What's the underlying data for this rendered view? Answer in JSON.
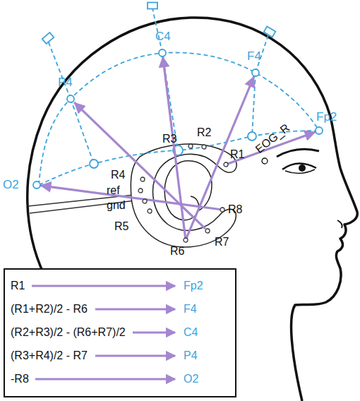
{
  "diagram": {
    "nodes": [
      {
        "text": [
          "C4"
        ]
      },
      {
        "text": [
          "F4"
        ]
      },
      {
        "text": [
          "P4"
        ]
      },
      {
        "text": [
          "Fp2"
        ]
      },
      {
        "text": [
          "O2"
        ]
      },
      {
        "text": [
          "EOG_R"
        ]
      },
      {
        "text": [
          "R1"
        ]
      },
      {
        "text": [
          "R2"
        ]
      },
      {
        "text": [
          "R3"
        ]
      },
      {
        "text": [
          "R4"
        ]
      },
      {
        "text": [
          "ref"
        ]
      },
      {
        "text": [
          "gnd"
        ]
      },
      {
        "text": [
          "R5"
        ]
      },
      {
        "text": [
          "R6"
        ]
      },
      {
        "text": [
          "R7"
        ]
      },
      {
        "text": [
          "R8"
        ]
      },
      {
        "text": [
          "R1",
          "Fp2",
          "(R1+R2)/2 - R6",
          "F4",
          "(R2+R3)/2 - (R6+R7)/2",
          "C4",
          "(R3+R4)/2 - R7",
          "P4",
          "-R8",
          "O2"
        ]
      }
    ],
    "edges": [
      {
        "from": 6,
        "to": 3,
        "arrow": "to"
      },
      {
        "from": 13,
        "to": 1,
        "arrow": "to"
      },
      {
        "from": 13,
        "to": 0,
        "arrow": "to"
      },
      {
        "from": 14,
        "to": 2,
        "arrow": "to"
      },
      {
        "from": 15,
        "to": 4,
        "arrow": "to"
      }
    ]
  }
}
